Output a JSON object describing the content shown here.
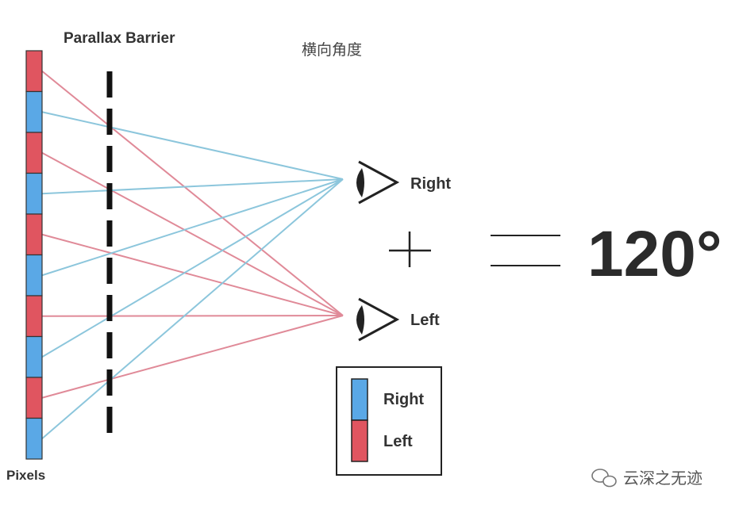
{
  "labels": {
    "barrier": "Parallax Barrier",
    "angle_cn": "横向角度",
    "right_eye": "Right",
    "left_eye": "Left",
    "pixels": "Pixels",
    "plus": "+",
    "result": "120°"
  },
  "legend": {
    "items": [
      {
        "label": "Right",
        "color": "#5aa8e6"
      },
      {
        "label": "Left",
        "color": "#e05560"
      }
    ]
  },
  "pixel_column": {
    "sequence": [
      "red",
      "blue",
      "red",
      "blue",
      "red",
      "blue",
      "red",
      "blue",
      "red",
      "blue"
    ]
  },
  "colors": {
    "red_pixel": "#e05560",
    "blue_pixel": "#5aa8e6",
    "red_ray": "#e08a98",
    "blue_ray": "#8cc6dc",
    "barrier": "#111111",
    "text": "#333333"
  },
  "watermark": {
    "text": "云深之无迹"
  }
}
